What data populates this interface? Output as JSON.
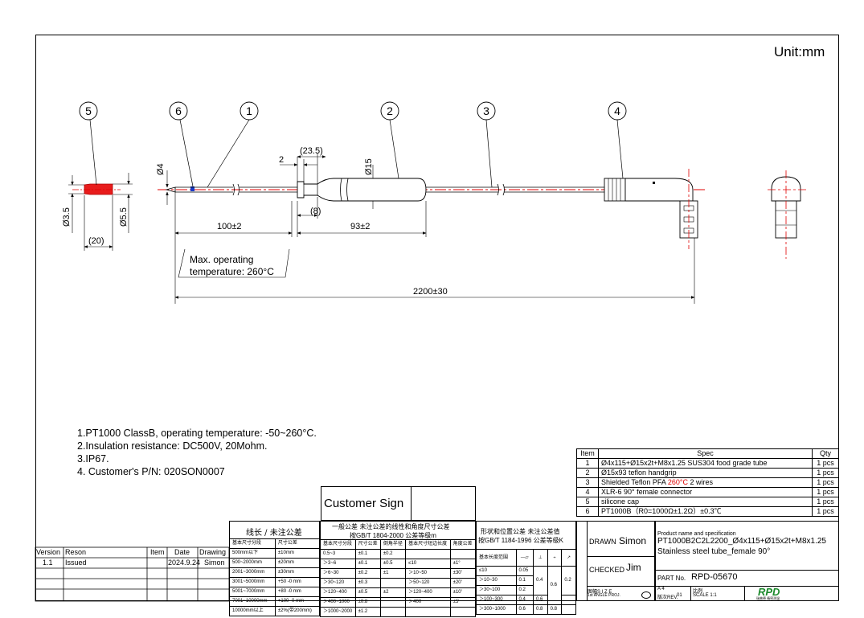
{
  "unit": "Unit:mm",
  "balloons": [
    "5",
    "6",
    "1",
    "2",
    "3",
    "4"
  ],
  "dims": {
    "d4": "Ø4",
    "d15": "Ø15",
    "d35": "Ø3.5",
    "d55": "Ø5.5",
    "l20": "(20)",
    "l235": "(23.5)",
    "l2": "2",
    "l8": "(8)",
    "l100": "100±2",
    "l93": "93±2",
    "l2200": "2200±30",
    "maxtemp": [
      "Max. operating",
      "temperature: 260°C"
    ]
  },
  "notes": [
    "1.PT1000 ClassB, operating temperature: -50~260°C.",
    "2.Insulation resistance:  DC500V, 20Mohm.",
    "3.IP67.",
    "4. Customer's P/N: 020SON0007"
  ],
  "bom": {
    "headers": [
      "Item",
      "Spec",
      "Qty"
    ],
    "rows": [
      {
        "item": "1",
        "spec": "Ø4x115+Ø15x2t+M8x1.25 SUS304 food grade tube",
        "qty": "1 pcs"
      },
      {
        "item": "2",
        "spec": "Ø15x93 teflon handgrip",
        "qty": "1 pcs"
      },
      {
        "item": "3",
        "spec_a": "Shielded Teflon PFA ",
        "spec_red": "260°C",
        "spec_b": " 2 wires",
        "qty": "1 pcs"
      },
      {
        "item": "4",
        "spec": "XLR-6  90° female connector",
        "qty": "1 pcs"
      },
      {
        "item": "5",
        "spec": "silicone cap",
        "qty": "1 pcs"
      },
      {
        "item": "6",
        "spec": "PT1000B（R0=1000Ω±1.2Ω）±0.3℃",
        "qty": "1 pcs"
      }
    ]
  },
  "customer_sign": "Customer Sign",
  "revision": {
    "headers": [
      "Version",
      "Reson",
      "Item",
      "Date",
      "Drawing"
    ],
    "rows": [
      [
        "1.1",
        "Issued",
        "",
        "2024.9.24",
        "Simon"
      ]
    ]
  },
  "tol_linear": {
    "title": "线长 / 未注公差",
    "headers": [
      "基本尺寸分段",
      "尺寸公差"
    ],
    "rows": [
      [
        "500mm以下",
        "±10mm"
      ],
      [
        "500~2000mm",
        "±20mm"
      ],
      [
        "2001~3000mm",
        "±30mm"
      ],
      [
        "3001~5000mm",
        "+50 -0 mm"
      ],
      [
        "5001~7000mm",
        "+80 -0 mm"
      ],
      [
        "7001~10000mm",
        "+100 -0 mm"
      ],
      [
        "10000mm以上",
        "±2%(带200mm)"
      ]
    ]
  },
  "tol_general": {
    "title1": "一般公差 未注公差的线性和角度尺寸公差",
    "title2": "按GB/T 1804-2000  公差等级m",
    "headers": [
      "基本尺寸分段",
      "尺寸公差",
      "倒角半径",
      "基本尺寸短边长度",
      "角度公差"
    ],
    "rows": [
      [
        "0.5~3",
        "±0.1",
        "±0.2",
        "",
        ""
      ],
      [
        "＞3~6",
        "±0.1",
        "±0.5",
        "≤10",
        "±1°"
      ],
      [
        "＞6~30",
        "±0.2",
        "±1",
        "＞10~50",
        "±30'"
      ],
      [
        "＞30~120",
        "±0.3",
        "",
        "＞50~120",
        "±20'"
      ],
      [
        "＞120~400",
        "±0.5",
        "±2",
        "＞120~400",
        "±10'"
      ],
      [
        "＞400~1000",
        "±0.8",
        "",
        "＞400",
        "±5'"
      ],
      [
        "＞1000~2000",
        "±1.2",
        "",
        "",
        ""
      ]
    ]
  },
  "tol_form": {
    "title1": "形状和位置公差 未注公差值",
    "title2": "按GB/T 1184-1996 公差等级K",
    "head": "基本长度范围",
    "symbols": [
      "—▱",
      "⊥",
      "÷",
      "↗"
    ],
    "rows": [
      [
        "≤10",
        "0.05"
      ],
      [
        "＞10~30",
        "0.1"
      ],
      [
        "＞30~100",
        "0.2"
      ],
      [
        "＞100~300",
        "0.4"
      ],
      [
        "＞300~1000",
        "0.6"
      ]
    ],
    "v1": "0.4",
    "v2": "0.6",
    "v3": "0.8",
    "v4": "0.2"
  },
  "title_block": {
    "drawn_label": "DRAWN",
    "drawn": "Simon",
    "checked_label": "CHECKED",
    "checked": "Jim",
    "product_label": "Product name and specification",
    "product_1": "PT1000B2C2L2200_Ø4x115+Ø15x2t+M8x1.25",
    "product_2": "Stainless steel tube_female 90°",
    "part_label": "PART No.",
    "part_no": "RPD-05670",
    "size_label": "图幅S I Z E",
    "size": "A 4",
    "angle": "1st ANGLE PROJ.",
    "rev_label": "版次REV.",
    "rev": "01",
    "scale_label": "比例",
    "scale": "SCALE 1:1",
    "logo": "RPD",
    "logo_sub": "瑞普德 精密测温"
  }
}
